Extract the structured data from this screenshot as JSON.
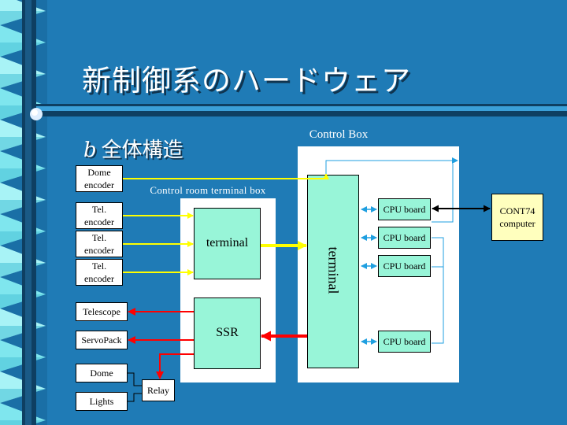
{
  "slide": {
    "title": "新制御系のハードウェア",
    "bullet_symbol": "b",
    "subtitle": "全体構造"
  },
  "diagram": {
    "control_box_label": "Control Box",
    "control_room_box_label": "Control room terminal box",
    "left_devices": {
      "dome_encoder": [
        "Dome",
        "encoder"
      ],
      "tel_encoders": [
        [
          "Tel.",
          "encoder"
        ],
        [
          "Tel.",
          "encoder"
        ],
        [
          "Tel.",
          "encoder"
        ]
      ],
      "telescope": "Telescope",
      "servopack": "ServoPack",
      "dome": "Dome",
      "lights": "Lights",
      "relay": "Relay"
    },
    "terminal_label": "terminal",
    "ssr_label": "SSR",
    "control_terminal_label": "terminal",
    "cpu_boards": [
      "CPU board",
      "CPU board",
      "CPU board",
      "CPU board"
    ],
    "cont74": [
      "CONT74",
      "computer"
    ]
  },
  "colors": {
    "background": "#1f7bb6",
    "panel": "#ffffff",
    "component": "#98f5d8",
    "computer": "#ffffbe",
    "signal_in": "#ffff00",
    "power_out": "#ff0000",
    "bus": "#1f9fe0"
  }
}
